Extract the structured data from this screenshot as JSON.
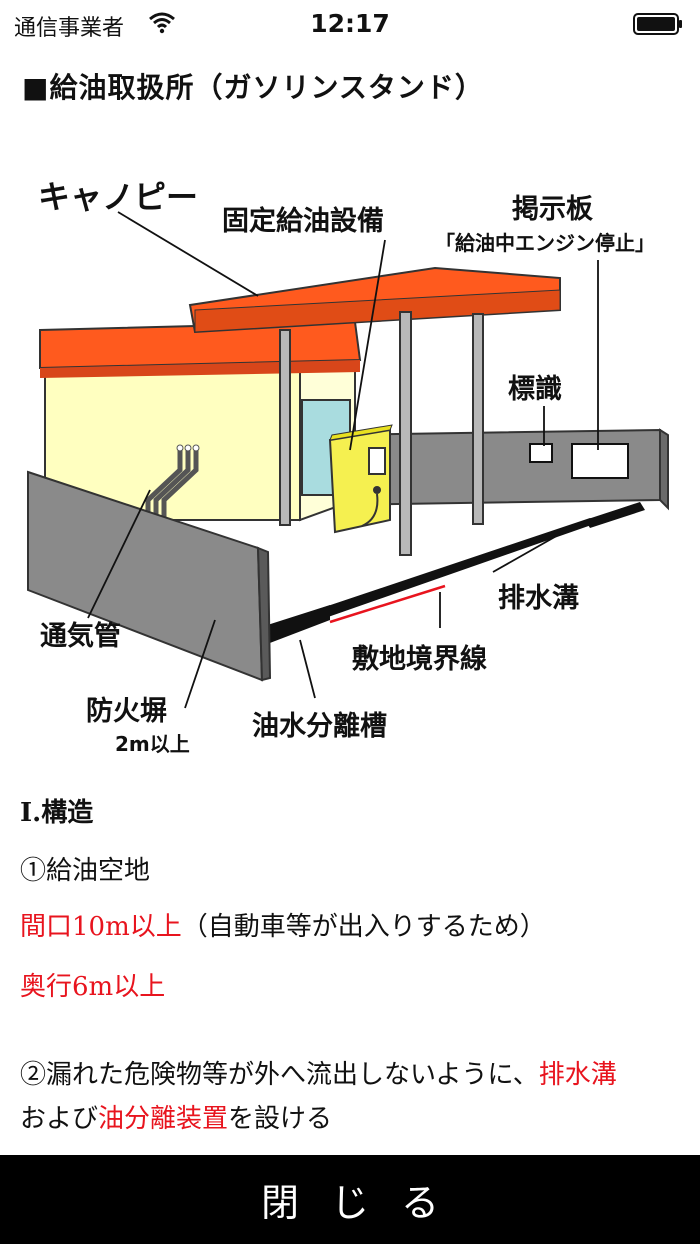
{
  "status_bar": {
    "carrier": "通信事業者",
    "time": "12:17"
  },
  "heading": "■給油取扱所（ガソリンスタンド）",
  "diagram_labels": {
    "canopy": "キャノピー",
    "fuel_equipment": "固定給油設備",
    "notice_board": "掲示板",
    "notice_board_text": "「給油中エンジン停止」",
    "sign": "標識",
    "drain": "排水溝",
    "vent_pipe": "通気管",
    "boundary": "敷地境界線",
    "fire_wall": "防火塀",
    "fire_wall_height": "2m以上",
    "separator_tank": "油水分離槽"
  },
  "body": {
    "section_title": "Ⅰ.構造",
    "item1_title": "①給油空地",
    "item1_line1_red": "間口10m以上",
    "item1_line1_rest": "（自動車等が出入りするため）",
    "item1_line2_red": "奥行6m以上",
    "item2_part1": "②漏れた危険物等が外へ流出しないように、",
    "item2_red1": "排水溝",
    "item2_part2": "および",
    "item2_red2": "油分離装置",
    "item2_part3": "を設ける"
  },
  "footer": {
    "close_label": "閉じる"
  },
  "colors": {
    "accent_red": "#e8141e",
    "canopy_orange": "#ff5a1e",
    "wall_gray": "#8a8a8a",
    "building_yellow": "#ffffc0",
    "pump_yellow": "#f5f050",
    "door_blue": "#a9dcdf",
    "footer_bg": "#000000"
  }
}
